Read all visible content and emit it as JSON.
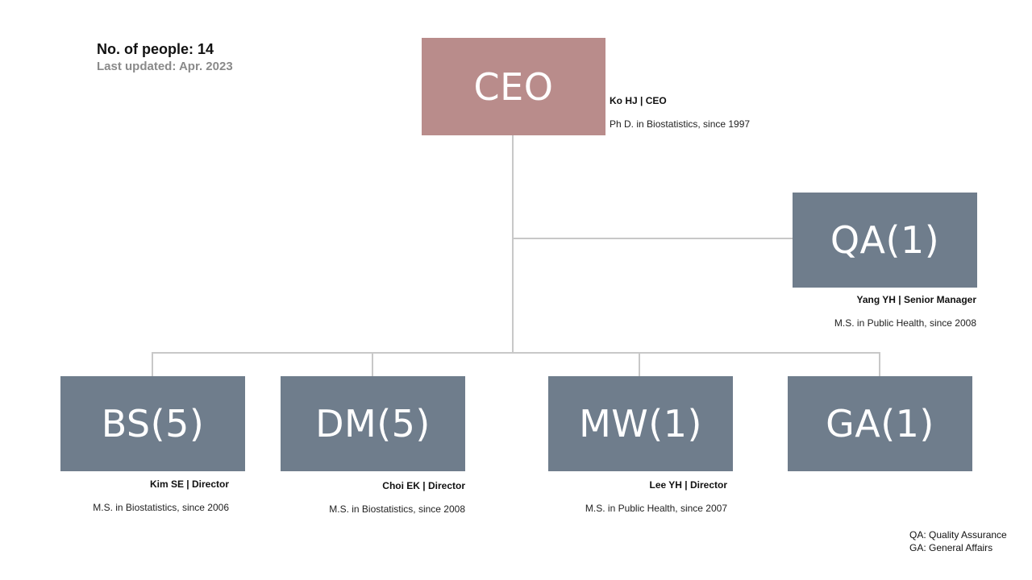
{
  "summary": {
    "people": "No. of people: 14",
    "updated": "Last updated: Apr. 2023"
  },
  "colors": {
    "ceo_box": "#b98c8b",
    "dept_box": "#6f7d8c",
    "connector": "#c8c8c8"
  },
  "ceo": {
    "label": "CEO",
    "name": "Ko  HJ | CEO",
    "desc": "Ph D. in Biostatistics,  since 1997"
  },
  "qa": {
    "label": "QA(1)",
    "name": "Yang YH  | Senior Manager",
    "desc": "M.S. in Public Health, since 2008"
  },
  "departments": [
    {
      "label": "BS(5)",
      "name": "Kim SE  | Director",
      "desc": "M.S.  in Biostatistics,  since 2006"
    },
    {
      "label": "DM(5)",
      "name": "Choi EK  | Director",
      "desc": "M.S.  in Biostatistics,  since 2008"
    },
    {
      "label": "MW(1)",
      "name": "Lee YH  | Director",
      "desc": "M.S.  in Public Health, since 2007"
    },
    {
      "label": "GA(1)"
    }
  ],
  "legend": [
    "QA: Quality Assurance",
    "GA: General Affairs"
  ]
}
